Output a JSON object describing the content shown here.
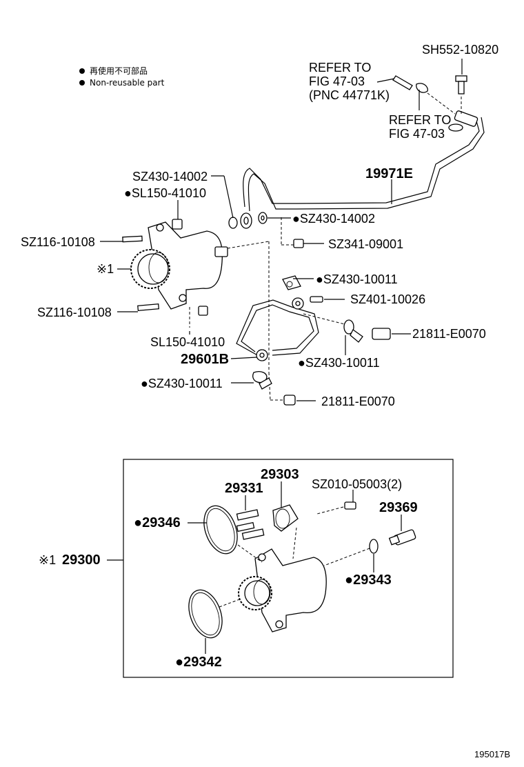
{
  "legend": {
    "items": [
      {
        "bullet": "●",
        "text": "再使用不可部品"
      },
      {
        "bullet": "●",
        "text": "Non-reusable part"
      }
    ]
  },
  "callouts": {
    "refer_a_line1": "REFER TO",
    "refer_a_line2": "FIG 47-03",
    "refer_a_line3": "(PNC 44771K)",
    "refer_b_line1": "REFER TO",
    "refer_b_line2": "FIG 47-03",
    "sh552_10820": "SH552-10820",
    "pnc_19971e": "19971E",
    "sz430_14002_a": "SZ430-14002",
    "sl150_41010_a": "●SL150-41010",
    "sz430_14002_b": "●SZ430-14002",
    "sz116_10108_a": "SZ116-10108",
    "sz341_09001": "SZ341-09001",
    "ref_mark_1": "※1",
    "sz430_10011_a": "●SZ430-10011",
    "sz401_10026": "SZ401-10026",
    "sz116_10108_b": "SZ116-10108",
    "pnc_21811_e0070_a": "21811-E0070",
    "sl150_41010_b": "SL150-41010",
    "pnc_29601b": "29601B",
    "sz430_10011_b": "●SZ430-10011",
    "sz430_10011_c": "●SZ430-10011",
    "pnc_21811_e0070_b": "21811-E0070"
  },
  "inset": {
    "group_mark": "※1",
    "group_pnc": "29300",
    "pnc_29303": "29303",
    "pnc_29331": "29331",
    "sz010_05003": "SZ010-05003(2)",
    "pnc_29369": "29369",
    "pnc_29346": "●29346",
    "pnc_29343": "●29343",
    "pnc_29342": "●29342"
  },
  "footer": {
    "figure_id": "195017B"
  }
}
